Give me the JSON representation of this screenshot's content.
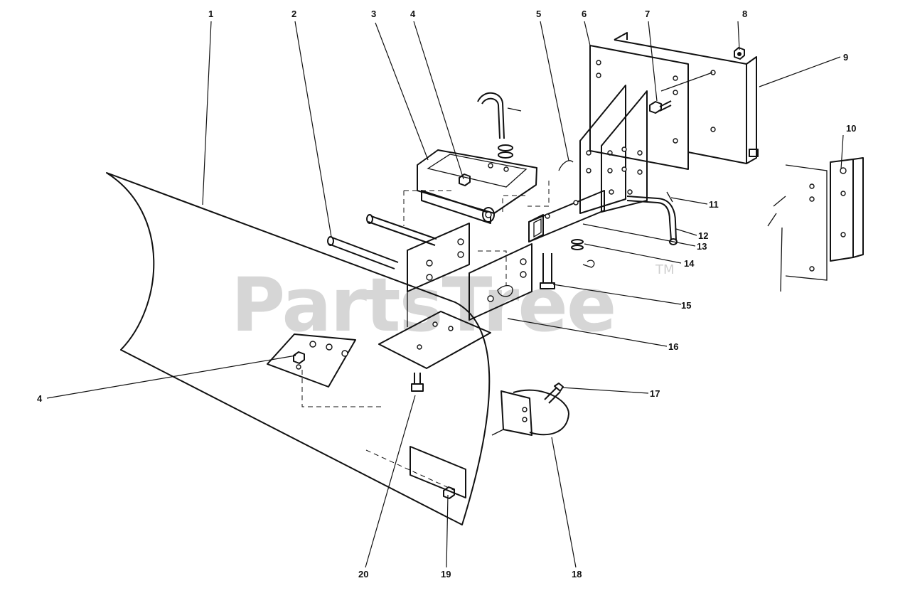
{
  "watermark": {
    "text": "PartsTree",
    "trademark": "TM"
  },
  "callouts": [
    {
      "id": "c1",
      "label": "1"
    },
    {
      "id": "c2",
      "label": "2"
    },
    {
      "id": "c3",
      "label": "3"
    },
    {
      "id": "c4a",
      "label": "4"
    },
    {
      "id": "c5",
      "label": "5"
    },
    {
      "id": "c6",
      "label": "6"
    },
    {
      "id": "c7",
      "label": "7"
    },
    {
      "id": "c8",
      "label": "8"
    },
    {
      "id": "c9",
      "label": "9"
    },
    {
      "id": "c10",
      "label": "10"
    },
    {
      "id": "c11",
      "label": "11"
    },
    {
      "id": "c12",
      "label": "12"
    },
    {
      "id": "c13",
      "label": "13"
    },
    {
      "id": "c14",
      "label": "14"
    },
    {
      "id": "c15",
      "label": "15"
    },
    {
      "id": "c16",
      "label": "16"
    },
    {
      "id": "c4b",
      "label": "4"
    },
    {
      "id": "c17",
      "label": "17"
    },
    {
      "id": "c18",
      "label": "18"
    },
    {
      "id": "c19",
      "label": "19"
    },
    {
      "id": "c20",
      "label": "20"
    }
  ]
}
